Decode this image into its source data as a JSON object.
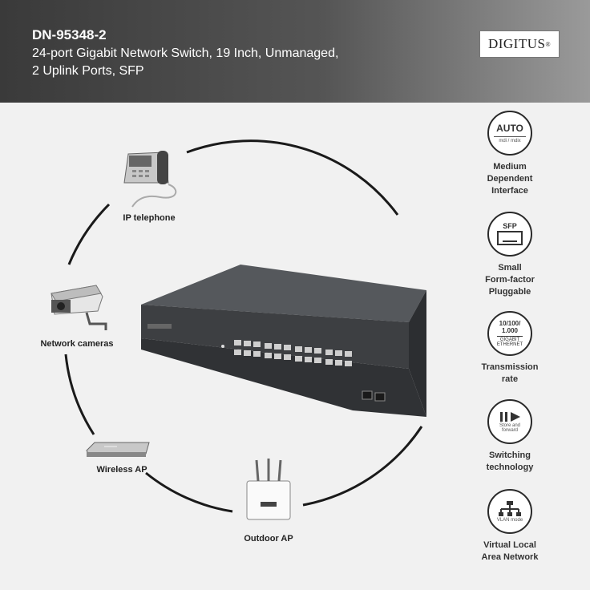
{
  "header": {
    "model": "DN-95348-2",
    "line1": "24-port Gigabit Network Switch, 19 Inch, Unmanaged,",
    "line2": "2 Uplink Ports, SFP",
    "logo": "DIGITUS",
    "logo_mark": "®"
  },
  "devices": {
    "ip_telephone": "IP telephone",
    "network_cameras": "Network cameras",
    "wireless_ap": "Wireless AP",
    "outdoor_ap": "Outdoor AP"
  },
  "features": [
    {
      "icon": "auto-mdix-icon",
      "top": "AUTO",
      "sub": "mdi / mdix",
      "title1": "Medium",
      "title2": "Dependent",
      "title3": "Interface"
    },
    {
      "icon": "sfp-icon",
      "top": "SFP",
      "title1": "Small",
      "title2": "Form-factor",
      "title3": "Pluggable"
    },
    {
      "icon": "gigabit-icon",
      "top": "10/100/",
      "mid": "1.000",
      "sub1": "GIGABIT",
      "sub2": "ETHERNET",
      "title1": "Transmission",
      "title2": "rate"
    },
    {
      "icon": "store-forward-icon",
      "sub1": "Store and",
      "sub2": "forward",
      "title1": "Switching",
      "title2": "technology"
    },
    {
      "icon": "vlan-icon",
      "sub": "VLAN mode",
      "title1": "Virtual Local",
      "title2": "Area Network"
    }
  ],
  "colors": {
    "header_dark": "#3a3a3a",
    "switch_body": "#3d3f42",
    "ring": "#1a1a1a"
  }
}
